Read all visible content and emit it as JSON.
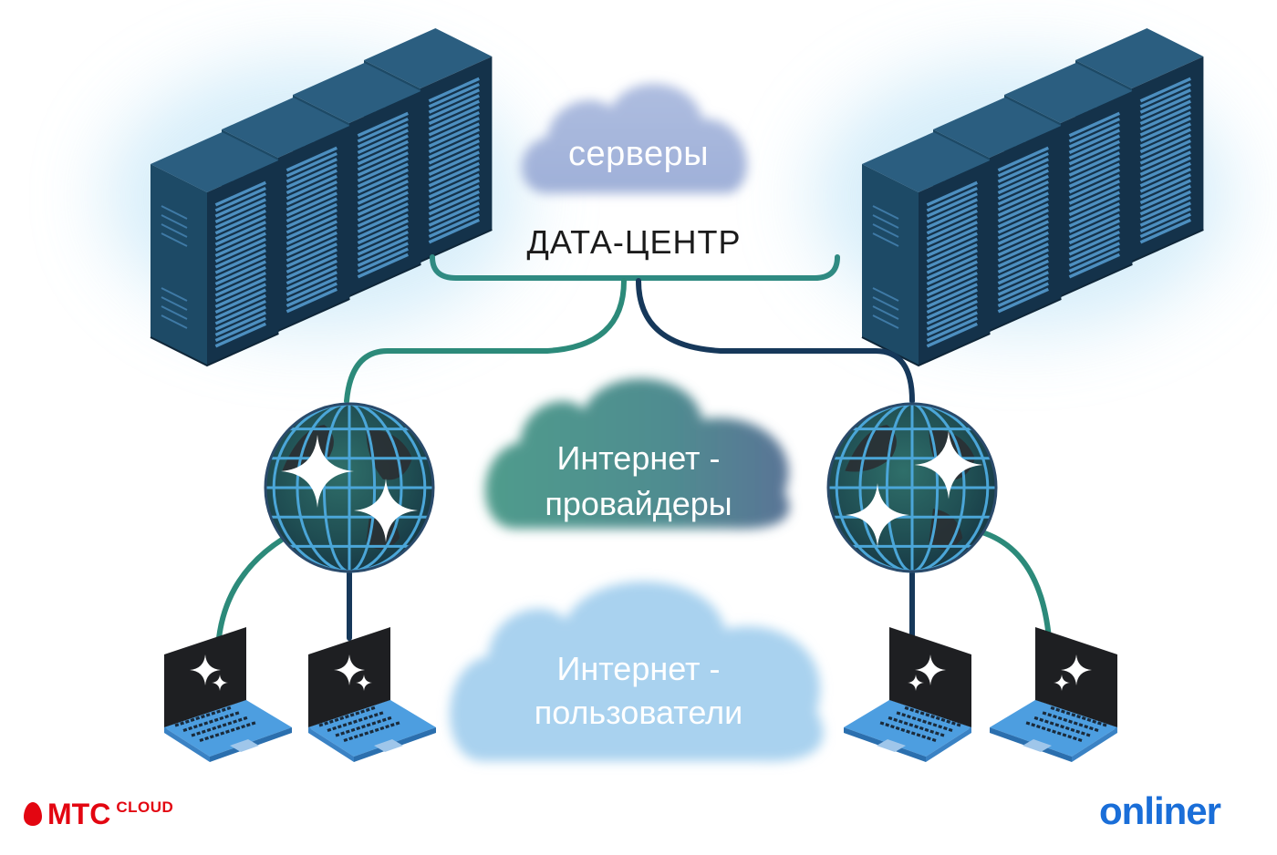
{
  "labels": {
    "servers": "серверы",
    "datacenter": "ДАТА-ЦЕНТР",
    "isp_line1": "Интернет -",
    "isp_line2": "провайдеры",
    "users_line1": "Интернет -",
    "users_line2": "пользователи"
  },
  "logos": {
    "mts_word": "МТС",
    "mts_sub": "CLOUD",
    "onliner": "onliner"
  },
  "icons": [
    "server-rack-icon",
    "globe-icon",
    "laptop-icon",
    "cloud-icon",
    "sparkle-icon",
    "mts-egg-icon"
  ],
  "colors": {
    "server_dark": "#14324a",
    "server_face": "#1d4a66",
    "server_light": "#4d8fc0",
    "line_teal": "#2c8a7a",
    "line_navy": "#16385a",
    "globe_grid": "#4ba6d8",
    "laptop_blue": "#4d9ee0",
    "mts_red": "#e30611",
    "onliner_blue": "#1a6ed8"
  }
}
